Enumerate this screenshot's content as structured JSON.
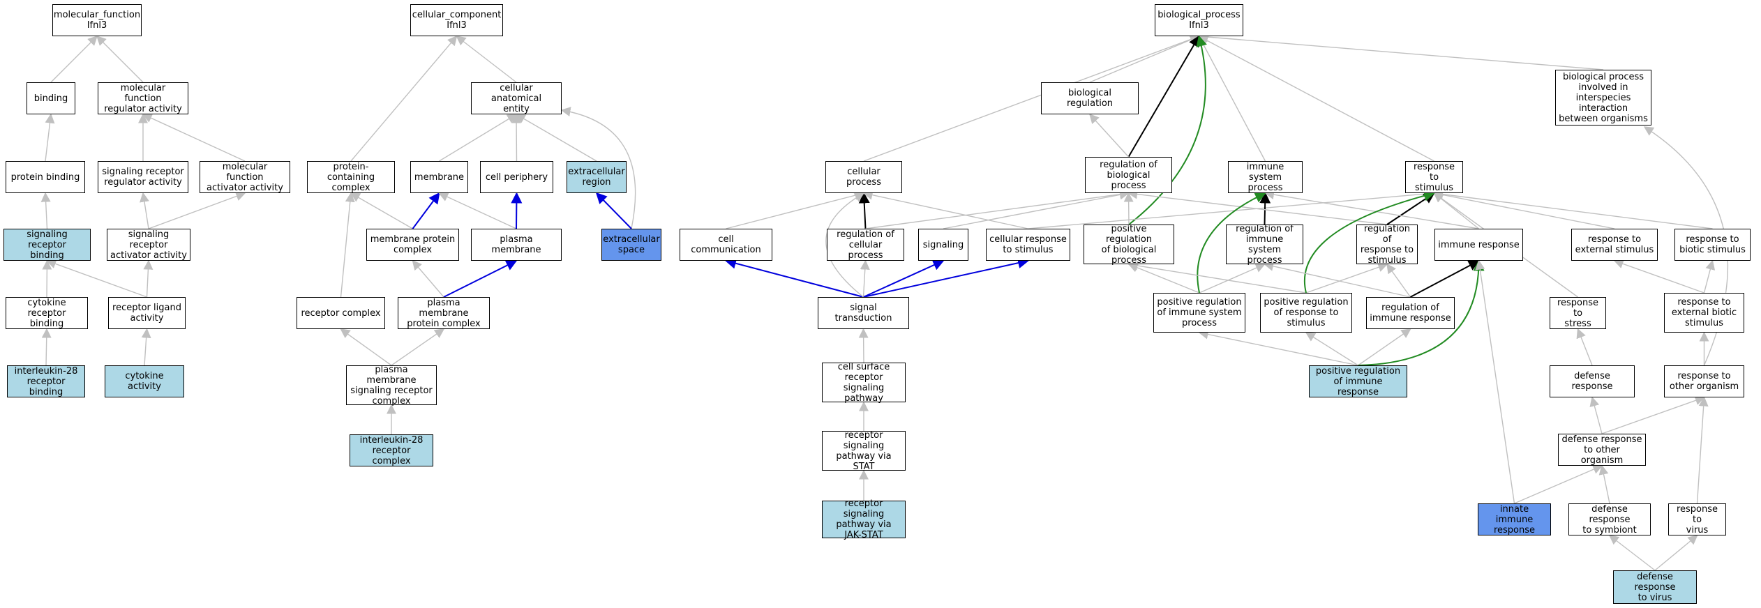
{
  "colors": {
    "default_fill": "#ffffff",
    "annotated_fill": "#add8e6",
    "highlight_fill": "#6495ed",
    "edge_default": "#c0c0c0",
    "edge_black": "#000000",
    "edge_blue": "#0000dd",
    "edge_green": "#228b22"
  },
  "nodes": [
    {
      "id": "mf_root",
      "label": "molecular_function\nIfnl3",
      "fill": "white"
    },
    {
      "id": "binding",
      "label": "binding",
      "fill": "white"
    },
    {
      "id": "mf_reg",
      "label": "molecular function\nregulator activity",
      "fill": "white"
    },
    {
      "id": "protein_binding",
      "label": "protein binding",
      "fill": "white"
    },
    {
      "id": "sig_rec_reg",
      "label": "signaling receptor\nregulator activity",
      "fill": "white"
    },
    {
      "id": "mf_act",
      "label": "molecular function\nactivator activity",
      "fill": "white"
    },
    {
      "id": "sig_rec_bind",
      "label": "signaling receptor\nbinding",
      "fill": "annotated"
    },
    {
      "id": "sig_rec_act",
      "label": "signaling receptor\nactivator activity",
      "fill": "white"
    },
    {
      "id": "cyt_rec_bind",
      "label": "cytokine receptor\nbinding",
      "fill": "white"
    },
    {
      "id": "rec_lig",
      "label": "receptor ligand\nactivity",
      "fill": "white"
    },
    {
      "id": "il28_bind",
      "label": "interleukin-28\nreceptor binding",
      "fill": "annotated"
    },
    {
      "id": "cyt_act",
      "label": "cytokine activity",
      "fill": "annotated"
    },
    {
      "id": "cc_root",
      "label": "cellular_component\nIfnl3",
      "fill": "white"
    },
    {
      "id": "cae",
      "label": "cellular anatomical\nentity",
      "fill": "white"
    },
    {
      "id": "pcc",
      "label": "protein-containing\ncomplex",
      "fill": "white"
    },
    {
      "id": "membrane",
      "label": "membrane",
      "fill": "white"
    },
    {
      "id": "cell_periphery",
      "label": "cell periphery",
      "fill": "white"
    },
    {
      "id": "ext_region",
      "label": "extracellular\nregion",
      "fill": "annotated"
    },
    {
      "id": "mem_prot",
      "label": "membrane protein\ncomplex",
      "fill": "white"
    },
    {
      "id": "plasma_mem",
      "label": "plasma membrane",
      "fill": "white"
    },
    {
      "id": "ext_space",
      "label": "extracellular\nspace",
      "fill": "highlight"
    },
    {
      "id": "rec_complex",
      "label": "receptor complex",
      "fill": "white"
    },
    {
      "id": "pm_prot",
      "label": "plasma membrane\nprotein complex",
      "fill": "white"
    },
    {
      "id": "pm_sig",
      "label": "plasma membrane\nsignaling receptor\ncomplex",
      "fill": "white"
    },
    {
      "id": "il28_complex",
      "label": "interleukin-28\nreceptor complex",
      "fill": "annotated"
    },
    {
      "id": "bp_root",
      "label": "biological_process\nIfnl3",
      "fill": "white"
    },
    {
      "id": "bio_reg",
      "label": "biological regulation",
      "fill": "white"
    },
    {
      "id": "bp_interspecies",
      "label": "biological process\ninvolved in\ninterspecies\ninteraction\nbetween organisms",
      "fill": "white"
    },
    {
      "id": "cell_proc",
      "label": "cellular process",
      "fill": "white"
    },
    {
      "id": "reg_bp",
      "label": "regulation of\nbiological process",
      "fill": "white"
    },
    {
      "id": "imm_proc",
      "label": "immune system\nprocess",
      "fill": "white"
    },
    {
      "id": "resp_stim",
      "label": "response to\nstimulus",
      "fill": "white"
    },
    {
      "id": "cell_comm",
      "label": "cell communication",
      "fill": "white"
    },
    {
      "id": "reg_cp",
      "label": "regulation of\ncellular process",
      "fill": "white"
    },
    {
      "id": "signaling",
      "label": "signaling",
      "fill": "white"
    },
    {
      "id": "cell_resp",
      "label": "cellular response\nto stimulus",
      "fill": "white"
    },
    {
      "id": "pos_reg_bp",
      "label": "positive regulation\nof biological\nprocess",
      "fill": "white"
    },
    {
      "id": "reg_imm",
      "label": "regulation of\nimmune system\nprocess",
      "fill": "white"
    },
    {
      "id": "reg_resp",
      "label": "regulation of\nresponse to\nstimulus",
      "fill": "white"
    },
    {
      "id": "imm_resp",
      "label": "immune response",
      "fill": "white"
    },
    {
      "id": "resp_ext",
      "label": "response to\nexternal stimulus",
      "fill": "white"
    },
    {
      "id": "resp_biotic",
      "label": "response to\nbiotic stimulus",
      "fill": "white"
    },
    {
      "id": "sig_trans",
      "label": "signal transduction",
      "fill": "white"
    },
    {
      "id": "pos_reg_imm_sys",
      "label": "positive regulation\nof immune system\nprocess",
      "fill": "white"
    },
    {
      "id": "pos_reg_resp",
      "label": "positive regulation\nof response to\nstimulus",
      "fill": "white"
    },
    {
      "id": "reg_imm_resp",
      "label": "regulation of\nimmune response",
      "fill": "white"
    },
    {
      "id": "resp_stress",
      "label": "response to\nstress",
      "fill": "white"
    },
    {
      "id": "resp_ext_biotic",
      "label": "response to\nexternal biotic\nstimulus",
      "fill": "white"
    },
    {
      "id": "cs_rec_sig",
      "label": "cell surface\nreceptor signaling\npathway",
      "fill": "white"
    },
    {
      "id": "pos_reg_imm_resp",
      "label": "positive regulation\nof immune response",
      "fill": "annotated"
    },
    {
      "id": "def_resp",
      "label": "defense response",
      "fill": "white"
    },
    {
      "id": "resp_other",
      "label": "response to\nother organism",
      "fill": "white"
    },
    {
      "id": "rsp_stat",
      "label": "receptor signaling\npathway via\nSTAT",
      "fill": "white"
    },
    {
      "id": "def_other",
      "label": "defense response\nto other organism",
      "fill": "white"
    },
    {
      "id": "rsp_jak",
      "label": "receptor signaling\npathway via\nJAK-STAT",
      "fill": "annotated"
    },
    {
      "id": "innate",
      "label": "innate immune\nresponse",
      "fill": "highlight"
    },
    {
      "id": "def_symb",
      "label": "defense response\nto symbiont",
      "fill": "white"
    },
    {
      "id": "resp_virus",
      "label": "response to\nvirus",
      "fill": "white"
    },
    {
      "id": "def_virus",
      "label": "defense response\nto virus",
      "fill": "annotated"
    }
  ],
  "edges": [
    {
      "from": "binding",
      "to": "mf_root",
      "color": "gray"
    },
    {
      "from": "mf_reg",
      "to": "mf_root",
      "color": "gray"
    },
    {
      "from": "protein_binding",
      "to": "binding",
      "color": "gray"
    },
    {
      "from": "sig_rec_reg",
      "to": "mf_reg",
      "color": "gray"
    },
    {
      "from": "mf_act",
      "to": "mf_reg",
      "color": "gray"
    },
    {
      "from": "sig_rec_bind",
      "to": "protein_binding",
      "color": "gray"
    },
    {
      "from": "sig_rec_act",
      "to": "sig_rec_reg",
      "color": "gray"
    },
    {
      "from": "sig_rec_act",
      "to": "mf_act",
      "color": "gray"
    },
    {
      "from": "cyt_rec_bind",
      "to": "sig_rec_bind",
      "color": "gray"
    },
    {
      "from": "rec_lig",
      "to": "sig_rec_bind",
      "color": "gray"
    },
    {
      "from": "rec_lig",
      "to": "sig_rec_act",
      "color": "gray"
    },
    {
      "from": "il28_bind",
      "to": "cyt_rec_bind",
      "color": "gray"
    },
    {
      "from": "cyt_act",
      "to": "rec_lig",
      "color": "gray"
    },
    {
      "from": "pcc",
      "to": "cc_root",
      "color": "gray"
    },
    {
      "from": "cae",
      "to": "cc_root",
      "color": "gray"
    },
    {
      "from": "membrane",
      "to": "cae",
      "color": "gray"
    },
    {
      "from": "cell_periphery",
      "to": "cae",
      "color": "gray"
    },
    {
      "from": "ext_region",
      "to": "cae",
      "color": "gray"
    },
    {
      "from": "ext_space",
      "to": "cae",
      "color": "gray",
      "curve": true
    },
    {
      "from": "mem_prot",
      "to": "pcc",
      "color": "gray"
    },
    {
      "from": "mem_prot",
      "to": "membrane",
      "color": "blue"
    },
    {
      "from": "plasma_mem",
      "to": "membrane",
      "color": "gray"
    },
    {
      "from": "plasma_mem",
      "to": "cell_periphery",
      "color": "blue"
    },
    {
      "from": "ext_space",
      "to": "ext_region",
      "color": "blue"
    },
    {
      "from": "rec_complex",
      "to": "pcc",
      "color": "gray"
    },
    {
      "from": "pm_prot",
      "to": "mem_prot",
      "color": "gray"
    },
    {
      "from": "pm_prot",
      "to": "plasma_mem",
      "color": "blue"
    },
    {
      "from": "pm_sig",
      "to": "rec_complex",
      "color": "gray"
    },
    {
      "from": "pm_sig",
      "to": "pm_prot",
      "color": "gray"
    },
    {
      "from": "il28_complex",
      "to": "pm_sig",
      "color": "gray"
    },
    {
      "from": "cell_proc",
      "to": "bp_root",
      "color": "gray"
    },
    {
      "from": "bio_reg",
      "to": "bp_root",
      "color": "gray"
    },
    {
      "from": "reg_bp",
      "to": "bp_root",
      "color": "black"
    },
    {
      "from": "imm_proc",
      "to": "bp_root",
      "color": "gray"
    },
    {
      "from": "resp_stim",
      "to": "bp_root",
      "color": "gray"
    },
    {
      "from": "bp_interspecies",
      "to": "bp_root",
      "color": "gray"
    },
    {
      "from": "reg_bp",
      "to": "bio_reg",
      "color": "gray"
    },
    {
      "from": "pos_reg_bp",
      "to": "bp_root",
      "color": "green",
      "curve": true
    },
    {
      "from": "cell_comm",
      "to": "cell_proc",
      "color": "gray"
    },
    {
      "from": "reg_cp",
      "to": "cell_proc",
      "color": "black"
    },
    {
      "from": "reg_cp",
      "to": "reg_bp",
      "color": "gray"
    },
    {
      "from": "signaling",
      "to": "reg_bp",
      "color": "gray"
    },
    {
      "from": "cell_resp",
      "to": "cell_proc",
      "color": "gray"
    },
    {
      "from": "cell_resp",
      "to": "resp_stim",
      "color": "gray"
    },
    {
      "from": "pos_reg_bp",
      "to": "reg_bp",
      "color": "gray"
    },
    {
      "from": "reg_imm",
      "to": "imm_proc",
      "color": "black"
    },
    {
      "from": "reg_resp",
      "to": "reg_bp",
      "color": "gray"
    },
    {
      "from": "reg_resp",
      "to": "resp_stim",
      "color": "black"
    },
    {
      "from": "imm_resp",
      "to": "resp_stim",
      "color": "gray"
    },
    {
      "from": "imm_resp",
      "to": "imm_proc",
      "color": "gray"
    },
    {
      "from": "resp_ext",
      "to": "resp_stim",
      "color": "gray"
    },
    {
      "from": "resp_biotic",
      "to": "resp_stim",
      "color": "gray"
    },
    {
      "from": "resp_stress",
      "to": "resp_stim",
      "color": "gray"
    },
    {
      "from": "sig_trans",
      "to": "cell_comm",
      "color": "blue"
    },
    {
      "from": "sig_trans",
      "to": "reg_cp",
      "color": "gray"
    },
    {
      "from": "sig_trans",
      "to": "signaling",
      "color": "blue"
    },
    {
      "from": "sig_trans",
      "to": "cell_resp",
      "color": "blue"
    },
    {
      "from": "sig_trans",
      "to": "cell_proc",
      "color": "gray",
      "curve": true
    },
    {
      "from": "pos_reg_imm_sys",
      "to": "pos_reg_bp",
      "color": "gray"
    },
    {
      "from": "pos_reg_imm_sys",
      "to": "reg_imm",
      "color": "gray"
    },
    {
      "from": "pos_reg_imm_sys",
      "to": "imm_proc",
      "color": "green",
      "curve": true
    },
    {
      "from": "pos_reg_resp",
      "to": "pos_reg_bp",
      "color": "gray"
    },
    {
      "from": "pos_reg_resp",
      "to": "reg_resp",
      "color": "gray"
    },
    {
      "from": "pos_reg_resp",
      "to": "resp_stim",
      "color": "green",
      "curve": true
    },
    {
      "from": "reg_imm_resp",
      "to": "reg_imm",
      "color": "gray"
    },
    {
      "from": "reg_imm_resp",
      "to": "reg_resp",
      "color": "gray"
    },
    {
      "from": "reg_imm_resp",
      "to": "imm_resp",
      "color": "black"
    },
    {
      "from": "resp_ext_biotic",
      "to": "resp_ext",
      "color": "gray"
    },
    {
      "from": "resp_ext_biotic",
      "to": "resp_biotic",
      "color": "gray"
    },
    {
      "from": "cs_rec_sig",
      "to": "sig_trans",
      "color": "gray"
    },
    {
      "from": "pos_reg_imm_resp",
      "to": "pos_reg_imm_sys",
      "color": "gray"
    },
    {
      "from": "pos_reg_imm_resp",
      "to": "pos_reg_resp",
      "color": "gray"
    },
    {
      "from": "pos_reg_imm_resp",
      "to": "reg_imm_resp",
      "color": "gray"
    },
    {
      "from": "pos_reg_imm_resp",
      "to": "imm_resp",
      "color": "green",
      "curve": true
    },
    {
      "from": "def_resp",
      "to": "resp_stress",
      "color": "gray"
    },
    {
      "from": "resp_other",
      "to": "resp_ext_biotic",
      "color": "gray"
    },
    {
      "from": "resp_other",
      "to": "bp_interspecies",
      "color": "gray",
      "curve": true
    },
    {
      "from": "rsp_stat",
      "to": "cs_rec_sig",
      "color": "gray"
    },
    {
      "from": "def_other",
      "to": "def_resp",
      "color": "gray"
    },
    {
      "from": "def_other",
      "to": "resp_other",
      "color": "gray"
    },
    {
      "from": "rsp_jak",
      "to": "rsp_stat",
      "color": "gray"
    },
    {
      "from": "innate",
      "to": "imm_resp",
      "color": "gray"
    },
    {
      "from": "innate",
      "to": "def_other",
      "color": "gray"
    },
    {
      "from": "def_symb",
      "to": "def_other",
      "color": "gray"
    },
    {
      "from": "resp_virus",
      "to": "resp_other",
      "color": "gray"
    },
    {
      "from": "def_virus",
      "to": "def_symb",
      "color": "gray"
    },
    {
      "from": "def_virus",
      "to": "resp_virus",
      "color": "gray"
    }
  ]
}
